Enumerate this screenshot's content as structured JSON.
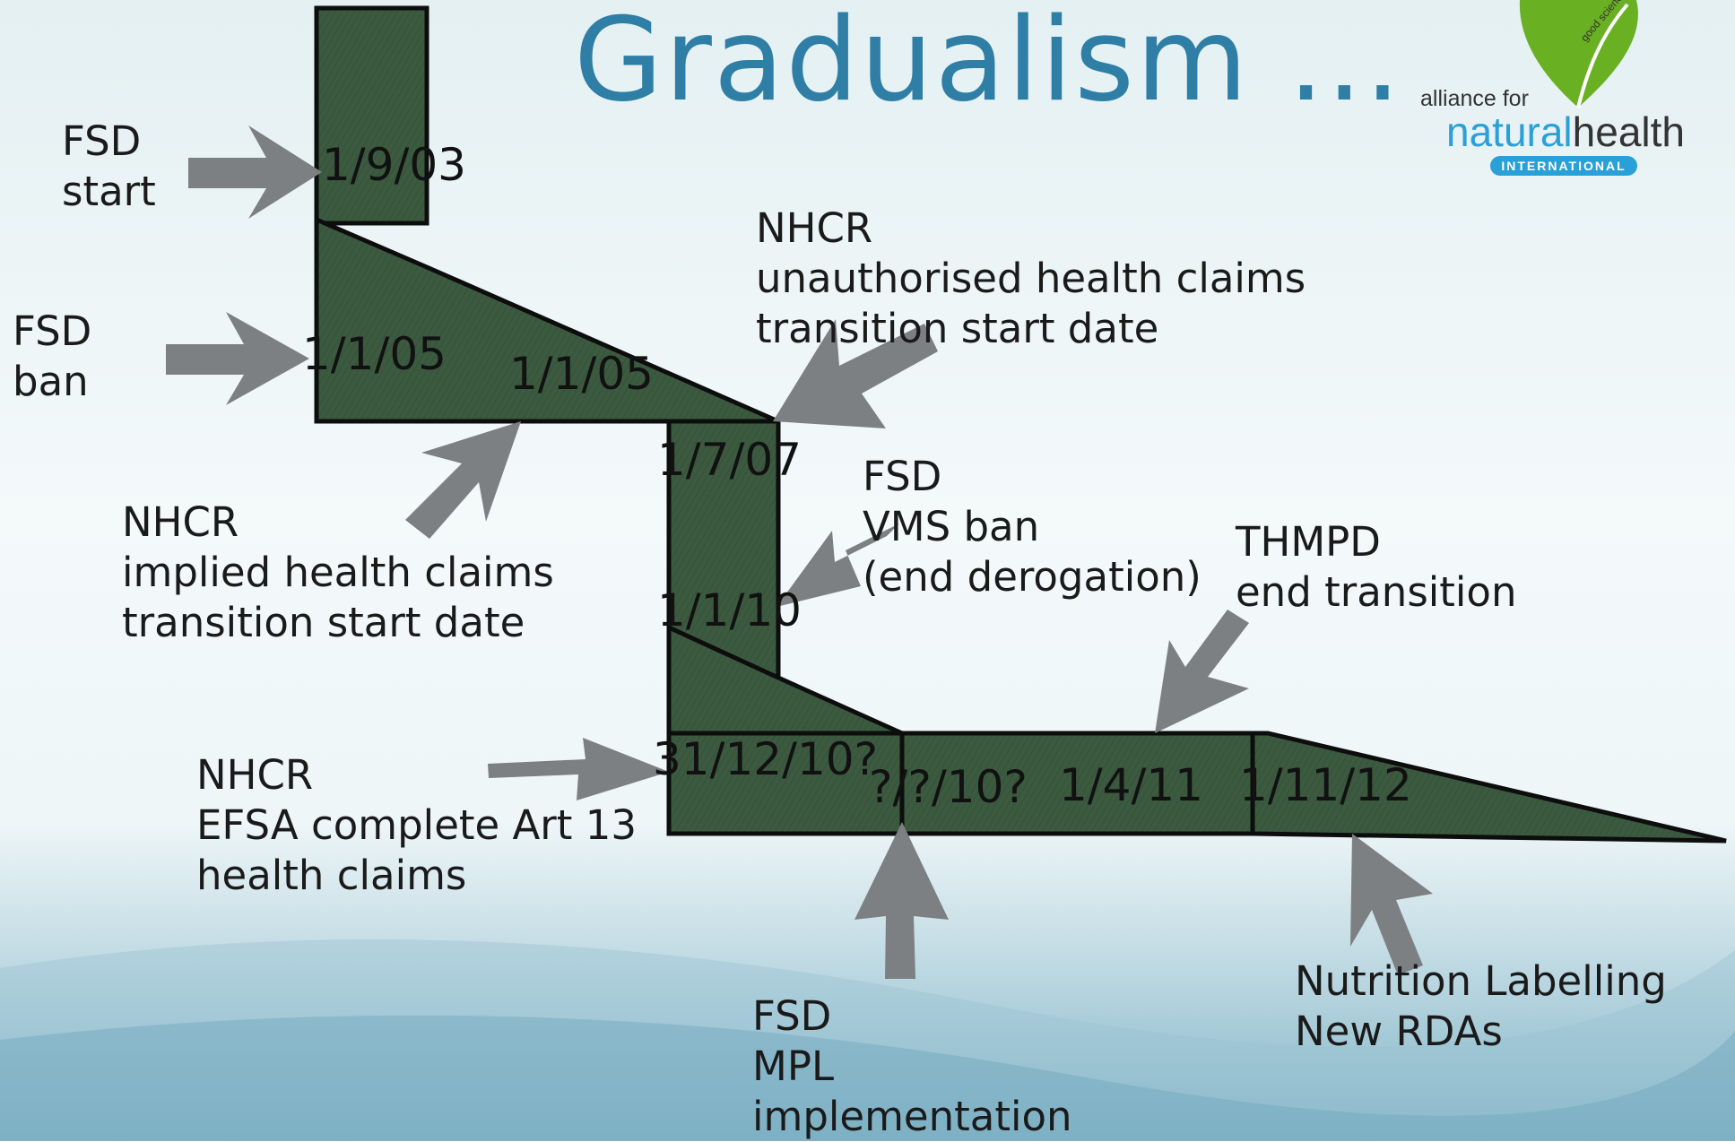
{
  "title": "Gradualism ...",
  "logo": {
    "line1": "alliance for",
    "word_natural": "natural",
    "word_health": "health",
    "badge": "INTERNATIONAL",
    "tagline": "good science & good law"
  },
  "labels": {
    "fsd_start": [
      "FSD",
      "start"
    ],
    "fsd_ban": [
      "FSD",
      "ban"
    ],
    "nhcr_unauthorised": [
      "NHCR",
      "unauthorised health claims",
      "transition start date"
    ],
    "nhcr_implied": [
      "NHCR",
      "implied health claims",
      "transition start date"
    ],
    "fsd_vms": [
      "FSD",
      "VMS ban",
      "(end derogation)"
    ],
    "thmpd": [
      "THMPD",
      "end transition"
    ],
    "nhcr_efsa": [
      "NHCR",
      "EFSA complete Art 13",
      "health claims"
    ],
    "fsd_mpl": [
      "FSD",
      "MPL",
      "implementation"
    ],
    "nutrition": [
      "Nutrition Labelling",
      "New RDAs"
    ]
  },
  "dates": {
    "d1": "1/9/03",
    "d2": "1/1/05",
    "d3": "1/1/05",
    "d4": "1/7/07",
    "d5": "1/1/10",
    "d6": "31/12/10?",
    "d7": "?/?/10?",
    "d8": "1/4/11",
    "d9": "1/11/12"
  },
  "colors": {
    "shape_fill": "#3c5a40",
    "arrow": "#7d8082",
    "title": "#2f7ea6",
    "logo_blue": "#2aa0d8",
    "logo_green": "#6ab023"
  }
}
